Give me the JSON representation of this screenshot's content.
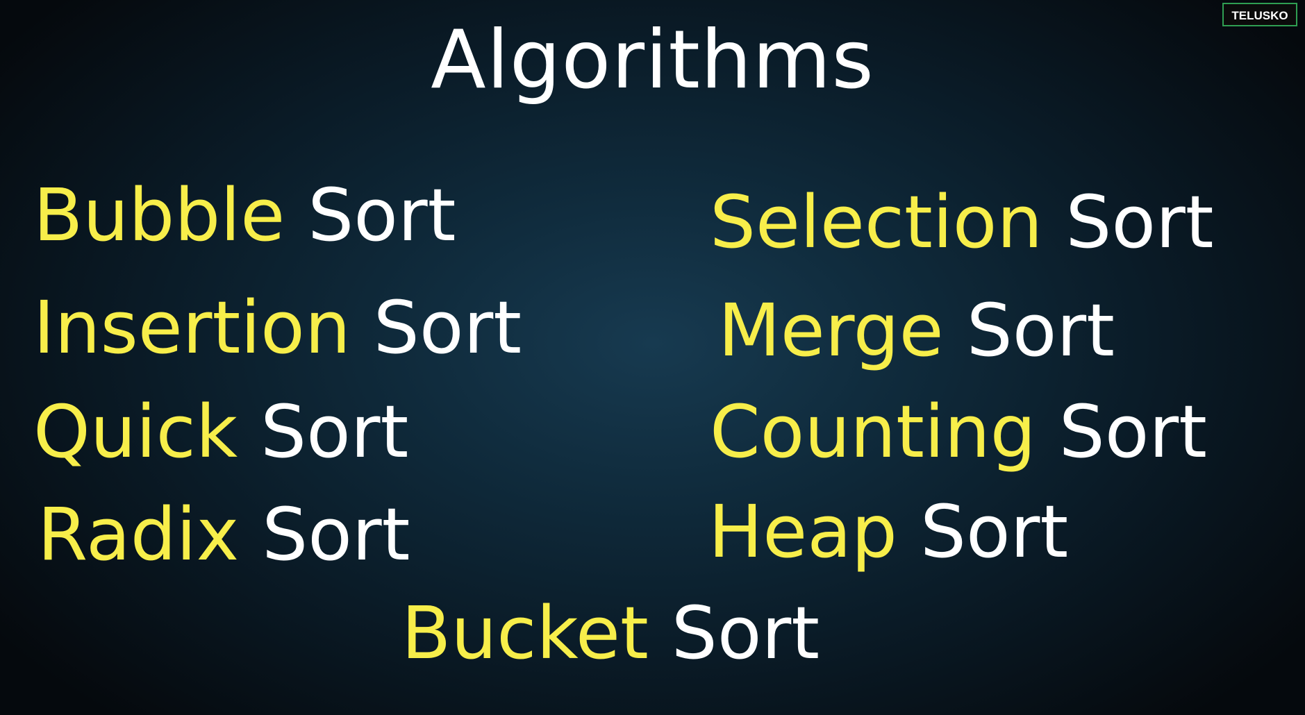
{
  "title": "Algorithms",
  "badge": "TELUSKO",
  "colors": {
    "accent": "#f7ee4a",
    "text": "#ffffff",
    "badge_border": "#2f9e52"
  },
  "algorithms": [
    {
      "name": "Bubble",
      "suffix": "Sort"
    },
    {
      "name": "Selection",
      "suffix": "Sort"
    },
    {
      "name": "Insertion",
      "suffix": "Sort"
    },
    {
      "name": "Merge",
      "suffix": "Sort"
    },
    {
      "name": "Quick",
      "suffix": "Sort"
    },
    {
      "name": "Counting",
      "suffix": "Sort"
    },
    {
      "name": "Radix",
      "suffix": "Sort"
    },
    {
      "name": "Heap",
      "suffix": "Sort"
    },
    {
      "name": "Bucket",
      "suffix": "Sort"
    }
  ]
}
